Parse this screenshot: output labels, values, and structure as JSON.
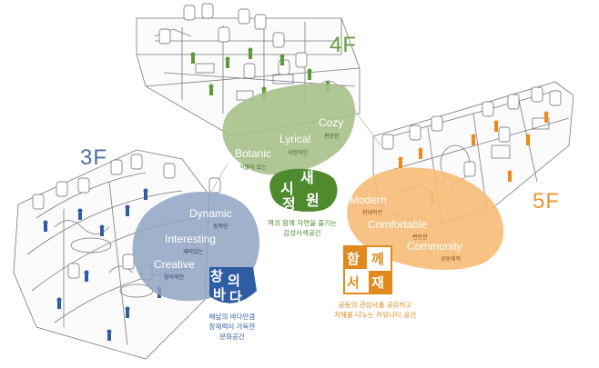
{
  "colors": {
    "green": "#8fae6a",
    "green_dark": "#4f8a2e",
    "blue": "#7f97b8",
    "blue_dark": "#3a5f93",
    "orange": "#f3b36b",
    "orange_dark": "#e08a1e",
    "sketch": "#777777"
  },
  "floors": {
    "f4": {
      "label": "4F",
      "keywords": [
        {
          "en": "Cozy",
          "ko": "편안한"
        },
        {
          "en": "Lyrical",
          "ko": "서정적인"
        },
        {
          "en": "Botanic",
          "ko": "식물이 있는"
        }
      ],
      "logo": {
        "chars": [
          "새",
          "시",
          "정",
          "원"
        ]
      },
      "tagline": [
        "책과 함께 자연을 즐기는",
        "감성사색공간"
      ]
    },
    "f3": {
      "label": "3F",
      "keywords": [
        {
          "en": "Dynamic",
          "ko": "동적인"
        },
        {
          "en": "Interesting",
          "ko": "재미있는"
        },
        {
          "en": "Creative",
          "ko": "창의적인"
        }
      ],
      "logo": {
        "chars": [
          "창",
          "의",
          "바",
          "다"
        ]
      },
      "tagline": [
        "해남의 바다만큼",
        "창재력이 가득한",
        "문화공간"
      ]
    },
    "f5": {
      "label": "5F",
      "keywords": [
        {
          "en": "Modern",
          "ko": "현대적인"
        },
        {
          "en": "Comfortable",
          "ko": "편안한"
        },
        {
          "en": "Community",
          "ko": "공동체적"
        }
      ],
      "logo": {
        "chars": [
          "함",
          "께",
          "서",
          "재"
        ]
      },
      "tagline": [
        "공동의 관심사를 공유하고",
        "지혜를 나누는 커뮤니티 공간"
      ]
    }
  }
}
